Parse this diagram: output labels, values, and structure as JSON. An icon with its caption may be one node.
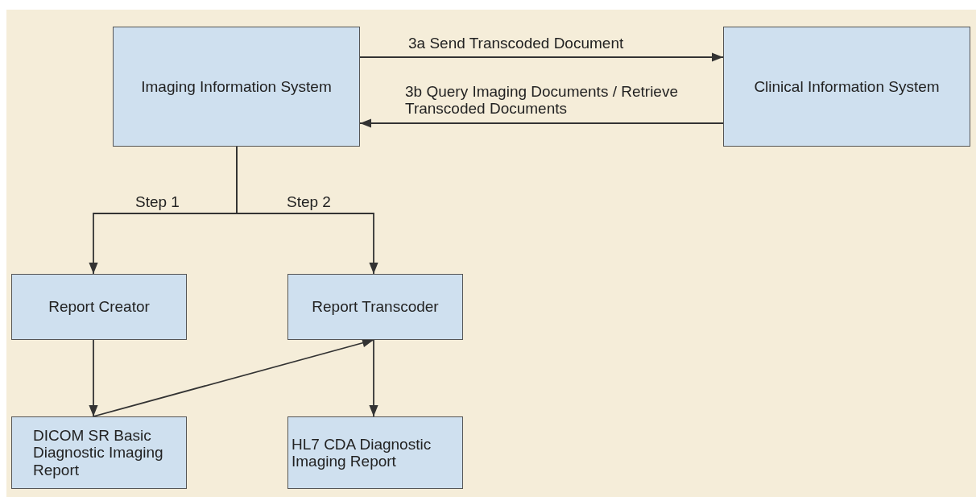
{
  "diagram": {
    "nodes": [
      {
        "text": [
          "Imaging Information System"
        ]
      },
      {
        "text": [
          "Clinical Information System"
        ]
      },
      {
        "text": [
          "Report Creator"
        ]
      },
      {
        "text": [
          "Report Transcoder"
        ]
      },
      {
        "text": [
          "DICOM SR Basic Diagnostic Imaging Report"
        ]
      },
      {
        "text": [
          "HL7 CDA Diagnostic Imaging Report"
        ]
      }
    ],
    "edges": [
      {
        "from": 0,
        "to": 1,
        "arrow": "to",
        "label": "3a Send Transcoded Document"
      },
      {
        "from": 1,
        "to": 0,
        "arrow": "to",
        "label": "3b Query Imaging Documents / Retrieve Transcoded Documents"
      },
      {
        "from": 0,
        "to": 2,
        "arrow": "to",
        "label": "Step 1"
      },
      {
        "from": 0,
        "to": 3,
        "arrow": "to",
        "label": "Step 2"
      },
      {
        "from": 2,
        "to": 4,
        "arrow": "to"
      },
      {
        "from": 4,
        "to": 3,
        "arrow": "to"
      },
      {
        "from": 3,
        "to": 5,
        "arrow": "to"
      }
    ]
  }
}
